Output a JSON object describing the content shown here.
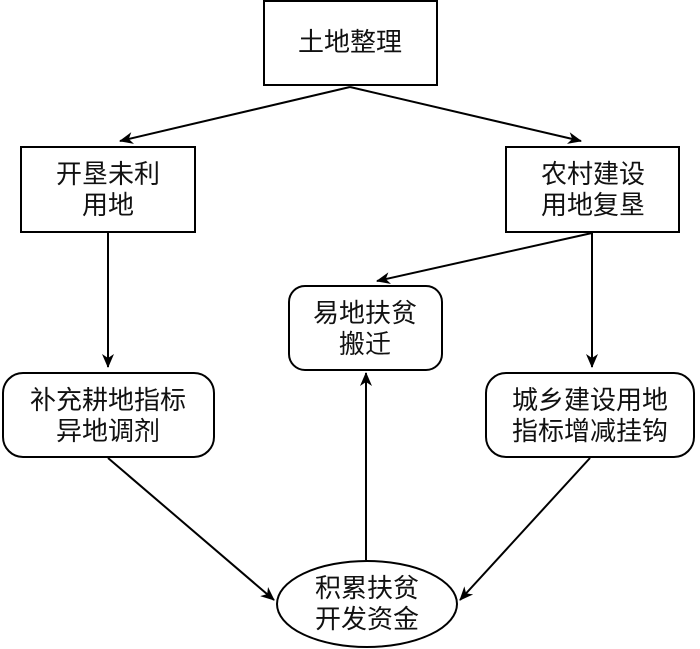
{
  "diagram": {
    "type": "flowchart",
    "nodes": {
      "land_consolidation": {
        "lines": [
          "土地整理"
        ],
        "shape": "rectangle"
      },
      "reclaim_unused": {
        "lines": [
          "开垦未利",
          "用地"
        ],
        "shape": "rectangle"
      },
      "rural_reclamation": {
        "lines": [
          "农村建设",
          "用地复垦"
        ],
        "shape": "rectangle"
      },
      "relocation": {
        "lines": [
          "易地扶贫",
          "搬迁"
        ],
        "shape": "rounded-rectangle"
      },
      "farmland_quota": {
        "lines": [
          "补充耕地指标",
          "异地调剂"
        ],
        "shape": "rounded-rectangle"
      },
      "urban_rural_quota": {
        "lines": [
          "城乡建设用地",
          "指标增减挂钩"
        ],
        "shape": "rounded-rectangle"
      },
      "poverty_funds": {
        "lines": [
          "积累扶贫",
          "开发资金"
        ],
        "shape": "ellipse"
      }
    },
    "edges": [
      {
        "from": "土地整理",
        "to": "开垦未利用地"
      },
      {
        "from": "土地整理",
        "to": "农村建设用地复垦"
      },
      {
        "from": "开垦未利用地",
        "to": "补充耕地指标异地调剂"
      },
      {
        "from": "农村建设用地复垦",
        "to": "易地扶贫搬迁"
      },
      {
        "from": "农村建设用地复垦",
        "to": "城乡建设用地指标增减挂钩"
      },
      {
        "from": "补充耕地指标异地调剂",
        "to": "积累扶贫开发资金"
      },
      {
        "from": "城乡建设用地指标增减挂钩",
        "to": "积累扶贫开发资金"
      },
      {
        "from": "积累扶贫开发资金",
        "to": "易地扶贫搬迁"
      }
    ],
    "colors": {
      "stroke": "#000000",
      "fill": "#ffffff",
      "text": "#111111"
    }
  }
}
